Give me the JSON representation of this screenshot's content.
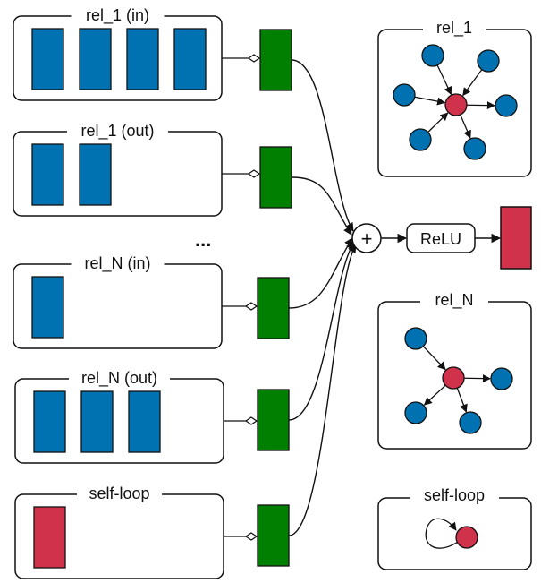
{
  "colors": {
    "blue": "#0072b2",
    "green": "#007f00",
    "red": "#cf324a",
    "stroke": "#111111"
  },
  "groups": [
    {
      "label": "rel_1 (in)",
      "count": 4,
      "kind": "blue"
    },
    {
      "label": "rel_1 (out)",
      "count": 2,
      "kind": "blue"
    },
    {
      "label": "rel_N (in)",
      "count": 1,
      "kind": "blue"
    },
    {
      "label": "rel_N (out)",
      "count": 3,
      "kind": "blue"
    },
    {
      "label": "self-loop",
      "count": 1,
      "kind": "red"
    }
  ],
  "ellipsis": "...",
  "sum_symbol": "+",
  "activation": "ReLU",
  "graphs": {
    "rel_1": {
      "label": "rel_1"
    },
    "rel_N": {
      "label": "rel_N"
    },
    "self_loop": {
      "label": "self-loop"
    }
  }
}
